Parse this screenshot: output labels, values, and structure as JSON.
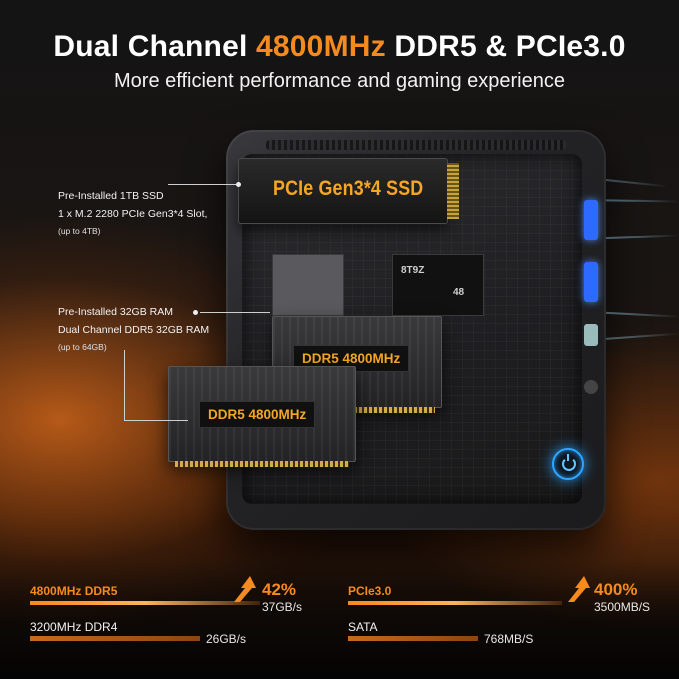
{
  "header": {
    "title_pre": "Dual Channel ",
    "title_highlight": "4800MHz",
    "title_post": " DDR5 & PCIe3.0",
    "subtitle": "More efficient performance and gaming experience"
  },
  "device": {
    "ssd_label": "PCIe Gen3*4 SSD",
    "chip_marking": "8T9Z",
    "chip_marking_2": "48",
    "ram_top_label": "DDR5 4800MHz",
    "ram_bottom_label": "DDR5 4800MHz"
  },
  "callouts": {
    "ssd": {
      "line1": "Pre-Installed 1TB SSD",
      "line2": "1 x M.2 2280 PCIe Gen3*4 Slot,",
      "line3": "(up to 4TB)"
    },
    "ram": {
      "line1": "Pre-Installed 32GB RAM",
      "line2": "Dual Channel DDR5 32GB RAM",
      "line3": "(up to 64GB)"
    }
  },
  "stats": {
    "memory": {
      "new_label": "4800MHz DDR5",
      "old_label": "3200MHz DDR4",
      "increase": "42%",
      "new_value": "37GB/s",
      "old_value": "26GB/s"
    },
    "storage": {
      "new_label": "PCIe3.0",
      "old_label": "SATA",
      "increase": "400%",
      "new_value": "3500MB/S",
      "old_value": "768MB/S"
    }
  },
  "colors": {
    "accent": "#f58a1f",
    "power_glow": "#2ea6ff",
    "port_blue": "#2e6aff"
  }
}
